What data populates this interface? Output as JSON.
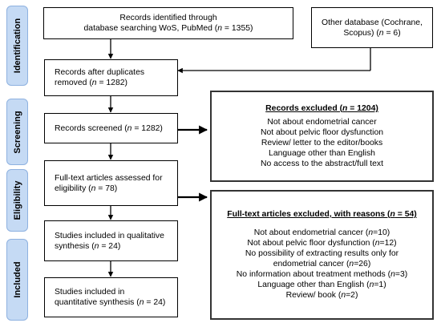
{
  "stages": {
    "identification": "Identification",
    "screening": "Screening",
    "eligibility": "Eligibility",
    "included": "Included"
  },
  "boxes": {
    "identified": {
      "line1": "Records identified through",
      "line2_prefix": "database searching WoS, PubMed (",
      "n": "n",
      "line2_suffix": " = 1355)"
    },
    "other_db": {
      "line1": "Other database (Cochrane,",
      "line2_prefix": "Scopus) (",
      "n": "n",
      "line2_suffix": " = 6)"
    },
    "after_duplicates": {
      "line1": "Records after duplicates",
      "line2_prefix": "removed (",
      "n": "n",
      "line2_suffix": " = 1282)"
    },
    "screened": {
      "prefix": "Records screened (",
      "n": "n",
      "suffix": " = 1282)"
    },
    "excluded": {
      "title_prefix": "Records excluded (",
      "n": "n",
      "title_suffix": " = 1204)",
      "reasons": [
        "Not about endometrial cancer",
        "Not about pelvic floor dysfunction",
        "Review/ letter to the editor/books",
        "Language other than English",
        "No access to the abstract/full text"
      ]
    },
    "fulltext": {
      "line1": "Full-text articles assessed for",
      "line2_prefix": "eligibility (",
      "n": "n",
      "line2_suffix": " = 78)"
    },
    "fulltext_excluded": {
      "title_prefix": "Full-text articles excluded, with reasons (",
      "n": "n",
      "title_suffix": " = 54)",
      "r1_prefix": "Not about endometrial cancer (",
      "r1_n": "n",
      "r1_suffix": "=10)",
      "r2_prefix": "Not about pelvic floor dysfunction (",
      "r2_n": "n",
      "r2_suffix": "=12)",
      "r3a": "No possibility of extracting results only for",
      "r3b_prefix": "endometrial cancer (",
      "r3b_n": "n",
      "r3b_suffix": "=26)",
      "r4_prefix": "No information about treatment methods (",
      "r4_n": "n",
      "r4_suffix": "=3)",
      "r5_prefix": "Language other than English (",
      "r5_n": "n",
      "r5_suffix": "=1)",
      "r6_prefix": "Review/ book (",
      "r6_n": "n",
      "r6_suffix": "=2)"
    },
    "qualitative": {
      "line1": "Studies included in qualitative",
      "line2_prefix": "synthesis (",
      "n": "n",
      "line2_suffix": " = 24)"
    },
    "quantitative": {
      "line1": "Studies included in",
      "line2_prefix": "quantitative synthesis (",
      "n": "n",
      "line2_suffix": " = 24)"
    }
  },
  "colors": {
    "stage_fill": "#c5daf4",
    "stage_border": "#8eb1e0",
    "line": "#000000"
  }
}
